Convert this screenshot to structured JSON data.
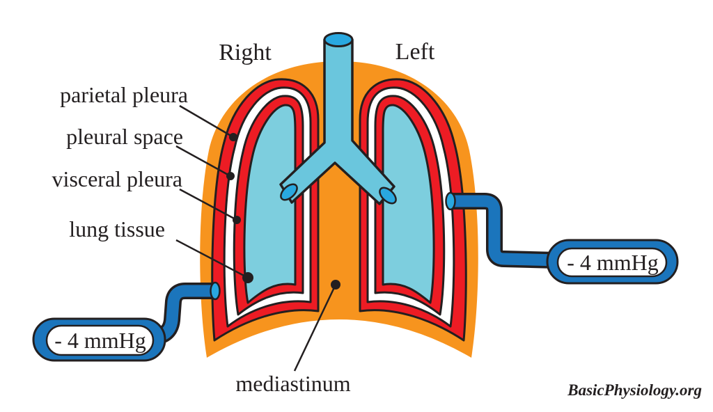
{
  "figure": {
    "side_labels": {
      "right": "Right",
      "left": "Left"
    },
    "annotations": {
      "parietal_pleura": "parietal pleura",
      "pleural_space": "pleural space",
      "visceral_pleura": "visceral pleura",
      "lung_tissue": "lung tissue",
      "mediastinum": "mediastinum"
    },
    "pressure_gauges": {
      "right_lung": "- 4 mmHg",
      "left_lung": "- 4 mmHg"
    },
    "credit": "BasicPhysiology.org"
  },
  "colors": {
    "chest_wall_orange": "#F7941E",
    "pleura_red": "#ED1C24",
    "pleural_space_white": "#FFFFFF",
    "lung_tissue_blue": "#7DCEDE",
    "airway_blue": "#6AC6DD",
    "opening_blue": "#29A8E0",
    "manometer_blue": "#1B75BC",
    "outline": "#231F20"
  }
}
